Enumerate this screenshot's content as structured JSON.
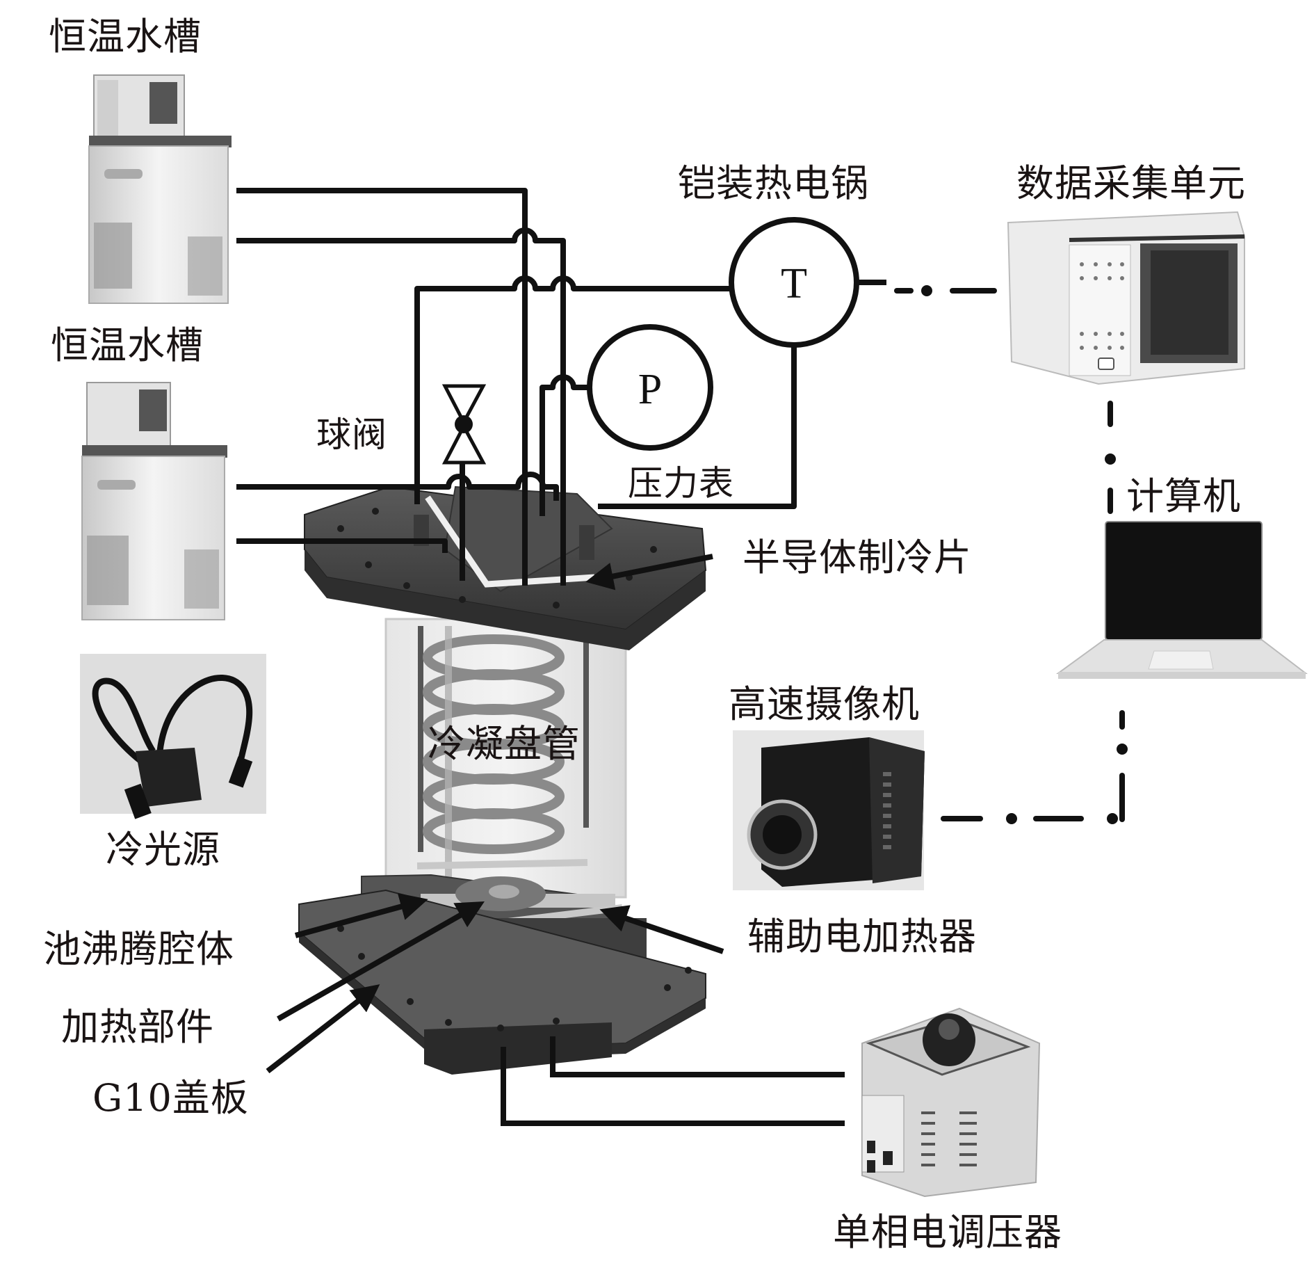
{
  "figure": {
    "type": "experimental-setup-schematic",
    "colors": {
      "line": "#111111",
      "background": "#ffffff",
      "metal_dark": "#4a4a4a",
      "metal_light": "#d9d9d9"
    }
  },
  "labels": {
    "water_bath_1": "恒温水槽",
    "water_bath_2": "恒温水槽",
    "thermocouple": "铠装热电锅",
    "daq_unit": "数据采集单元",
    "ball_valve": "球阀",
    "pressure_gauge": "压力表",
    "peltier": "半导体制冷片",
    "computer": "计算机",
    "high_speed_camera": "高速摄像机",
    "condenser_coil": "冷凝盘管",
    "cold_light_source": "冷光源",
    "pool_boiling_chamber": "池沸腾腔体",
    "aux_heater": "辅助电加热器",
    "heating_component": "加热部件",
    "g10_cover": "G10盖板",
    "voltage_regulator": "单相电调压器"
  },
  "symbols": {
    "thermocouple_symbol": "T",
    "pressure_symbol": "P"
  },
  "icons": {
    "water_bath": "water-bath-icon",
    "daq": "daq-chassis-icon",
    "laptop": "laptop-icon",
    "camera": "camera-icon",
    "light_source": "fiber-light-icon",
    "regulator": "variac-icon",
    "valve": "ball-valve-icon"
  }
}
